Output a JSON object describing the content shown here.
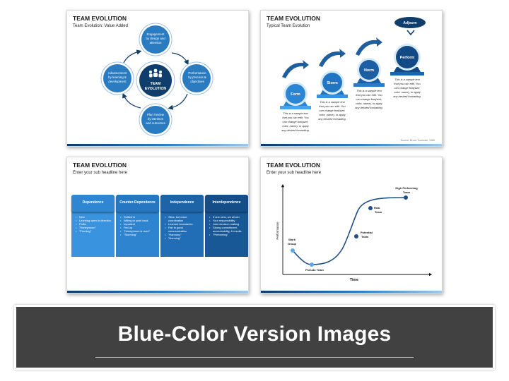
{
  "slide1": {
    "title": "TEAM EVOLUTION",
    "subtitle": "Team Evolution: Value Added",
    "center": [
      "TEAM",
      "EVOLUTION"
    ],
    "nodes": {
      "top": [
        "Engagement",
        "by design and",
        "attention"
      ],
      "right": [
        "Performance",
        "by process &",
        "objectives"
      ],
      "bottom": [
        "Plan /review",
        "by intention",
        "and outcomes"
      ],
      "left": [
        "Advancement",
        "by learning &",
        "development"
      ]
    },
    "colors": {
      "node": "#2b7bc0",
      "center": "#0f3e6d"
    }
  },
  "slide2": {
    "title": "TEAM EVOLUTION",
    "subtitle": "Typical Team Evolution",
    "stages": [
      "Form",
      "Storm",
      "Norm",
      "Perform"
    ],
    "adjourn": "Adjourn",
    "sample_text": [
      "This is a sample text",
      "that you can edit. You",
      "can change font(size,",
      "color, name), or apply",
      "any desired formatting."
    ],
    "source": "Source: Bruce Tuckman, 1965"
  },
  "slide3": {
    "title": "TEAM EVOLUTION",
    "subtitle": "Enter your sub headline here",
    "columns": [
      {
        "header": "Dependence",
        "items": [
          "New",
          "Learning open to direction",
          "Polite",
          "\"Honeymoon\"",
          "\"Forming\""
        ]
      },
      {
        "header": "Counter-Dependence",
        "items": [
          "Settled in",
          "Willing to push back",
          "Impatient",
          "Fed up",
          "\"Honeymoon is over!\"",
          "\"Storming\""
        ]
      },
      {
        "header": "Independence",
        "items": [
          "Silos- but close coordination",
          "Learned boundaries",
          "Fair to good communication",
          "\"Harmony\"",
          "\"Norming\""
        ]
      },
      {
        "header": "Interdependence",
        "items": [
          "If one wins, we all win",
          "Your responsibility",
          "Joint decision making",
          "Strong commitment, accountability, & results",
          "\"Performing\""
        ]
      }
    ],
    "colors": [
      "#2f86d3",
      "#2577c2",
      "#1d63a8",
      "#144d88"
    ]
  },
  "slide4": {
    "title": "TEAM EVOLUTION",
    "subtitle": "Enter your sub headline here",
    "xlabel": "Time",
    "ylabel": "Performance",
    "points": [
      [
        "Work",
        "Group"
      ],
      [
        "Pseudo Team"
      ],
      [
        "Potential",
        "Team"
      ],
      [
        "Real",
        "Team"
      ],
      [
        "High Performing",
        "Team"
      ]
    ]
  },
  "banner": {
    "title": "Blue-Color Version Images"
  }
}
